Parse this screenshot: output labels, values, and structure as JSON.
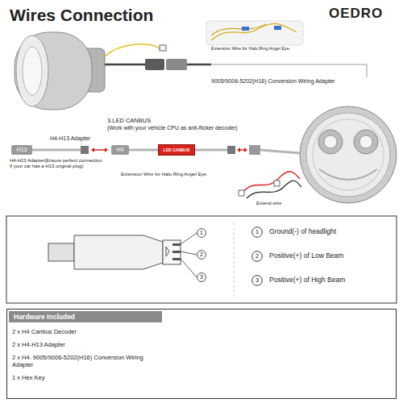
{
  "diagram": {
    "title": "Wires Connection",
    "nodes": [
      {
        "text": [
          "H13"
        ]
      },
      {
        "text": [
          "H4"
        ]
      },
      {
        "text": [
          "LED CANBUS"
        ]
      },
      {
        "text": [
          "1"
        ]
      },
      {
        "text": [
          "2"
        ]
      },
      {
        "text": [
          "3"
        ]
      },
      {
        "text": [
          "1"
        ]
      },
      {
        "text": [
          "2"
        ]
      },
      {
        "text": [
          "3"
        ]
      },
      {
        "text": [
          "Hardware Included",
          "2 x H4 Canbus Decoder",
          "2 x H4-H13 Adapter",
          "2 x H4. 9005/9006-5202(H16) Conversion Wiring Adapter",
          "1 x Hex Key"
        ]
      }
    ],
    "edges": [
      {
        "from": 1,
        "to": 2,
        "arrow": "none"
      }
    ],
    "labels": [
      "OEDRO",
      "Extension Wire for Halo Ring Angel Eye.",
      "9005/9006-5202(H16) Conversion Wiring Adapter",
      "3.LED CANBUS",
      "(Work with your vehicle CPU as anti-flicker decoder)",
      "H4-H13 Adapter",
      "H4-H13 Adapter(Ensure perfect connection if your car has a H13 original plug)",
      "Extension Wire for Halo Ring Angel Eye.",
      "Extend wire",
      "Ground(-) of headlight",
      "Positive(+) of Low Beam",
      "Positive(+) of High Beam"
    ]
  }
}
